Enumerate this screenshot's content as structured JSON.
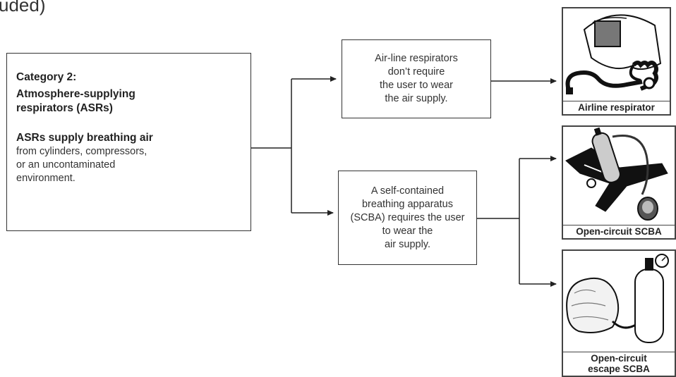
{
  "page_title": "uded)",
  "category_box": {
    "heading": "Category 2:",
    "title_line1": "Atmosphere-supplying",
    "title_line2": "respirators (ASRs)",
    "bold_line": "ASRs supply breathing air",
    "desc_line1": "from cylinders, compressors,",
    "desc_line2": "or an uncontaminated",
    "desc_line3": "environment."
  },
  "airline_box": {
    "line1": "Air-line respirators",
    "line2": "don’t require",
    "line3": "the user to wear",
    "line4": "the air supply."
  },
  "scba_box": {
    "line1": "A self-contained",
    "line2": "breathing apparatus",
    "line3": "(SCBA) requires the user",
    "line4": "to wear the",
    "line5": "air supply."
  },
  "images": {
    "airline_caption": "Airline respirator",
    "open_circuit_caption": "Open-circuit SCBA",
    "escape_caption_line1": "Open-circuit",
    "escape_caption_line2": "escape SCBA"
  },
  "icons": [
    "airline-respirator-icon",
    "open-circuit-scba-icon",
    "escape-scba-icon"
  ],
  "colors": {
    "line": "#222222",
    "text": "#333333"
  }
}
